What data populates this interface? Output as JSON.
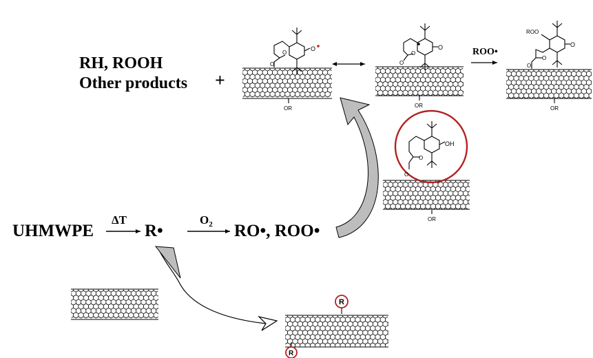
{
  "labels": {
    "rh_rooh": "RH, ROOH",
    "other_products": "Other products",
    "plus": "+",
    "uhmwpe": "UHMWPE",
    "heat": "ΔT",
    "r_radical": "R•",
    "oxygen": "O",
    "oxygen_sub": "2",
    "ro_roo": "RO•, ROO•",
    "roo_reagent": "ROO•",
    "or_group": "OR",
    "roo_group": "ROO",
    "oh_group": "OH",
    "r_mark": "R",
    "o_atom": "O"
  },
  "colors": {
    "highlight": "#b22222",
    "curved_arrow_fill": "#bdbdbd",
    "ink": "#000000"
  }
}
